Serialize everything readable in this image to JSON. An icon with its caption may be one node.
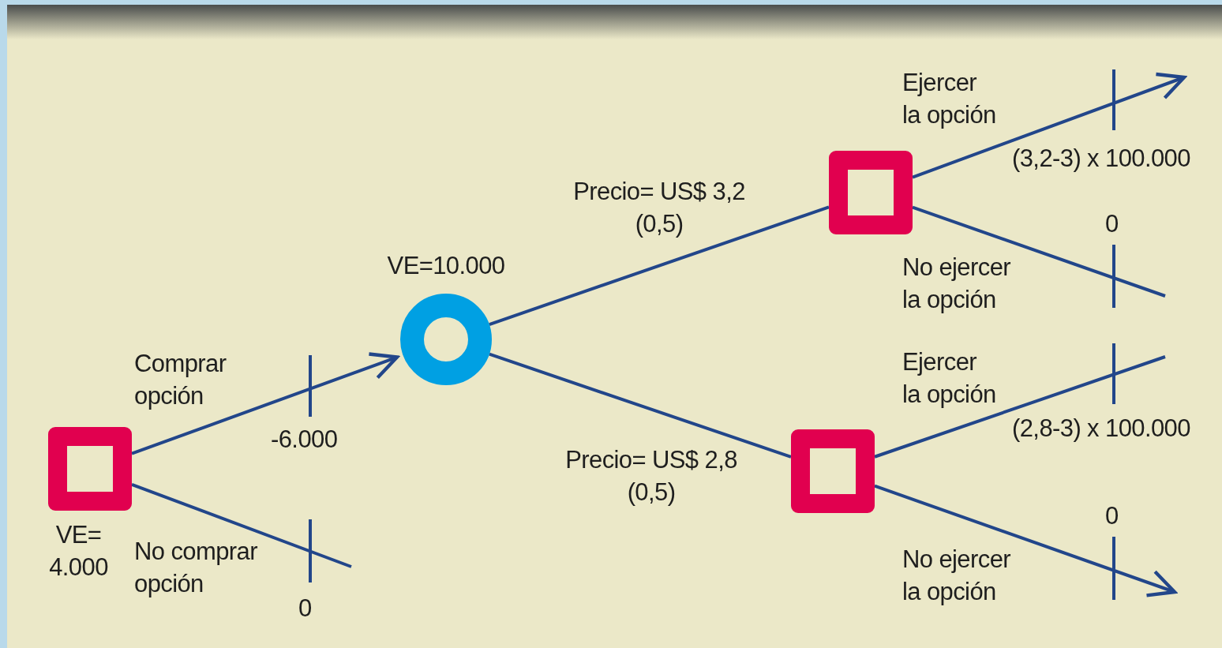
{
  "diagram": {
    "nodes": [
      {
        "text": [],
        "shape": "box",
        "beside": [
          "VE= 4.000"
        ]
      },
      {
        "text": [],
        "shape": "circle",
        "beside": [
          "VE=10.000"
        ]
      },
      {
        "text": [],
        "shape": "box"
      },
      {
        "text": [],
        "shape": "box"
      }
    ],
    "edges": [
      {
        "from": 0,
        "to": 1,
        "arrow": "to",
        "label": "Comprar opción"
      },
      {
        "from": 0,
        "to": null,
        "arrow": "none",
        "label": "No comprar opción"
      },
      {
        "from": 1,
        "to": 2,
        "arrow": "none",
        "label": "Precio= US$ 3,2 (0,5)"
      },
      {
        "from": 1,
        "to": 3,
        "arrow": "none",
        "label": "Precio= US$ 2,8 (0,5)"
      },
      {
        "from": 2,
        "to": null,
        "arrow": "to",
        "label": "Ejercer la opción"
      },
      {
        "from": 2,
        "to": null,
        "arrow": "none",
        "label": "No ejercer la opción"
      },
      {
        "from": 3,
        "to": null,
        "arrow": "none",
        "label": "Ejercer la opción"
      },
      {
        "from": 3,
        "to": null,
        "arrow": "to",
        "label": "No ejercer la opción"
      }
    ],
    "labels": [
      "-6.000",
      "0",
      "(3,2-3) x 100.000",
      "0",
      "(2,8-3) x 100.000",
      "0"
    ]
  }
}
